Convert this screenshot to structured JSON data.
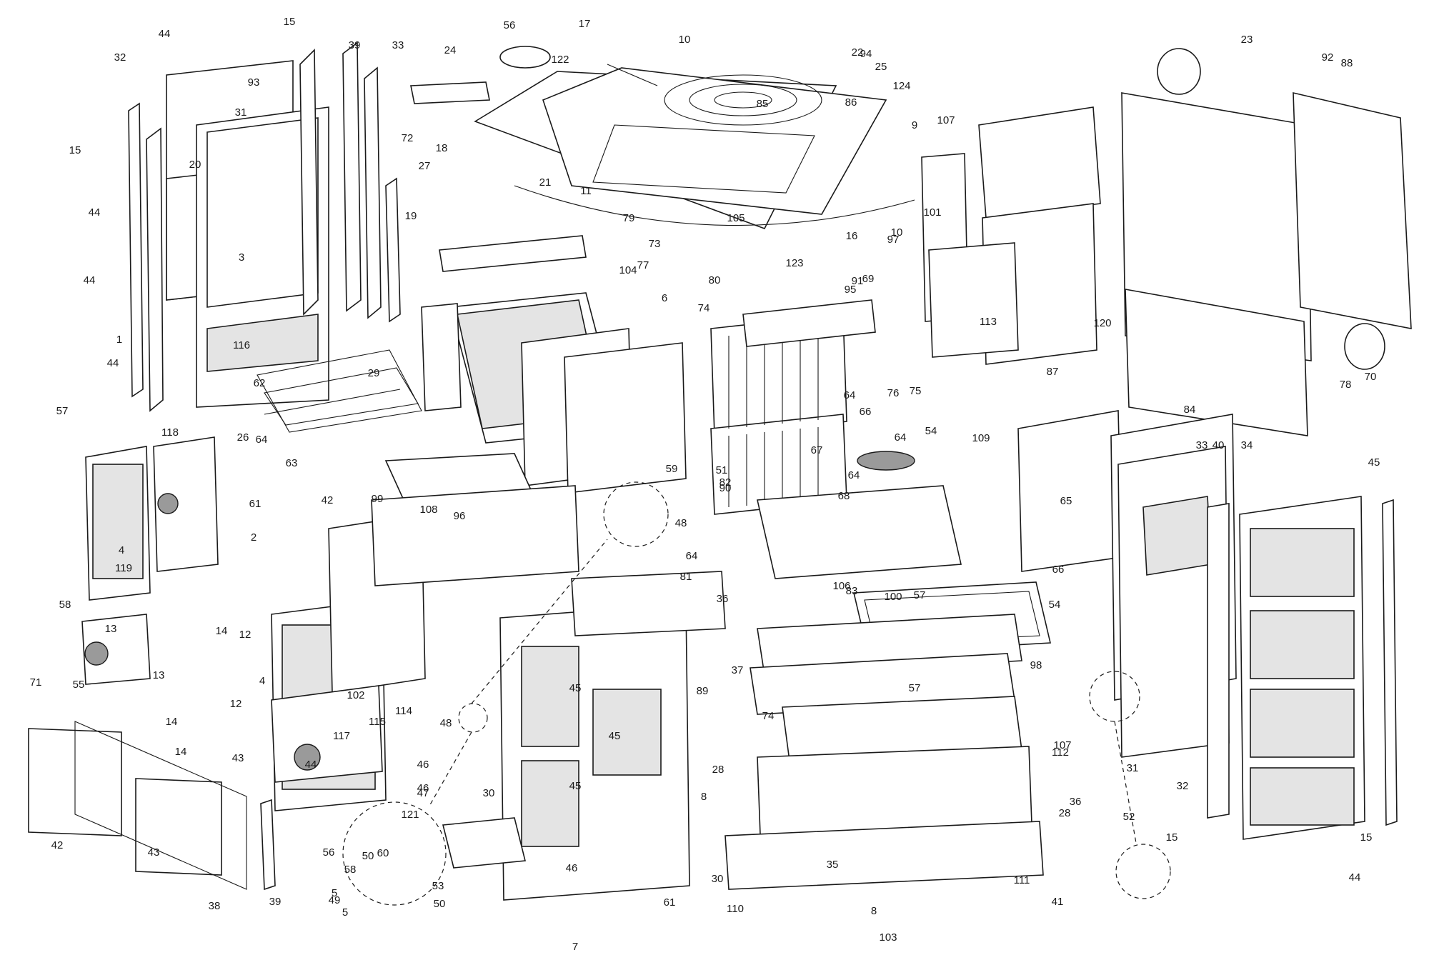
{
  "diagram": {
    "type": "exploded-parts-view",
    "line_color": "#1a1a1a",
    "background": "#ffffff",
    "callouts": [
      "1",
      "2",
      "3",
      "4",
      "4",
      "5",
      "5",
      "6",
      "7",
      "8",
      "8",
      "9",
      "10",
      "10",
      "11",
      "12",
      "12",
      "13",
      "13",
      "14",
      "14",
      "14",
      "15",
      "15",
      "15",
      "15",
      "16",
      "17",
      "18",
      "19",
      "20",
      "21",
      "22",
      "23",
      "24",
      "25",
      "26",
      "27",
      "28",
      "28",
      "29",
      "30",
      "30",
      "31",
      "31",
      "32",
      "32",
      "33",
      "33",
      "34",
      "35",
      "36",
      "36",
      "37",
      "38",
      "39",
      "39",
      "40",
      "41",
      "42",
      "42",
      "43",
      "43",
      "44",
      "44",
      "44",
      "44",
      "44",
      "44",
      "45",
      "45",
      "45",
      "45",
      "46",
      "46",
      "46",
      "47",
      "48",
      "48",
      "49",
      "50",
      "50",
      "51",
      "52",
      "53",
      "54",
      "54",
      "55",
      "56",
      "56",
      "57",
      "57",
      "57",
      "58",
      "58",
      "59",
      "60",
      "61",
      "61",
      "62",
      "63",
      "64",
      "64",
      "64",
      "64",
      "64",
      "65",
      "66",
      "66",
      "67",
      "68",
      "69",
      "70",
      "71",
      "72",
      "73",
      "74",
      "74",
      "75",
      "76",
      "77",
      "78",
      "79",
      "80",
      "81",
      "82",
      "83",
      "84",
      "85",
      "86",
      "87",
      "88",
      "89",
      "90",
      "91",
      "92",
      "93",
      "94",
      "95",
      "96",
      "97",
      "98",
      "99",
      "100",
      "101",
      "102",
      "103",
      "104",
      "105",
      "106",
      "107",
      "107",
      "108",
      "109",
      "110",
      "111",
      "112",
      "113",
      "114",
      "115",
      "116",
      "117",
      "118",
      "119",
      "120",
      "121",
      "122",
      "123",
      "124"
    ]
  }
}
